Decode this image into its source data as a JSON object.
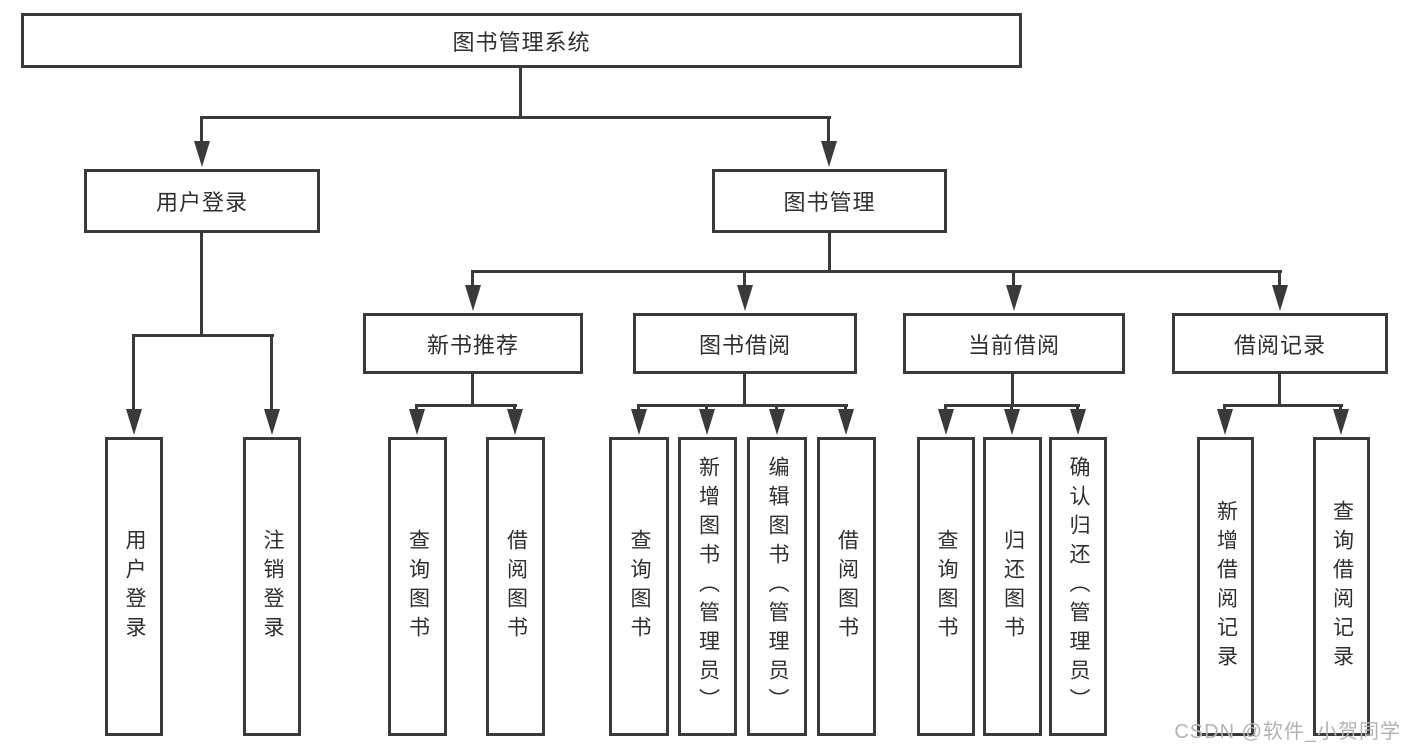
{
  "diagram": {
    "title": "图书管理系统",
    "line_color": "#3a3a3a",
    "text_color": "#2f2f2f",
    "level2": {
      "user_login": "用户登录",
      "book_mgmt": "图书管理"
    },
    "level3": {
      "new_books": "新书推荐",
      "book_borrow": "图书借阅",
      "current_borrow": "当前借阅",
      "borrow_records": "借阅记录"
    },
    "leaves": {
      "login": "用户登录",
      "logout": "注销登录",
      "nb_query": "查询图书",
      "nb_borrow": "借阅图书",
      "bb_query": "查询图书",
      "bb_add": "新增图书（管理员）",
      "bb_edit": "编辑图书（管理员）",
      "bb_borrow": "借阅图书",
      "cb_query": "查询图书",
      "cb_return": "归还图书",
      "cb_confirm": "确认归还（管理员）",
      "br_add": "新增借阅记录",
      "br_query": "查询借阅记录"
    }
  },
  "watermark": {
    "text": "CSDN @软件_小贺同学",
    "color": "#b3b3b3"
  }
}
